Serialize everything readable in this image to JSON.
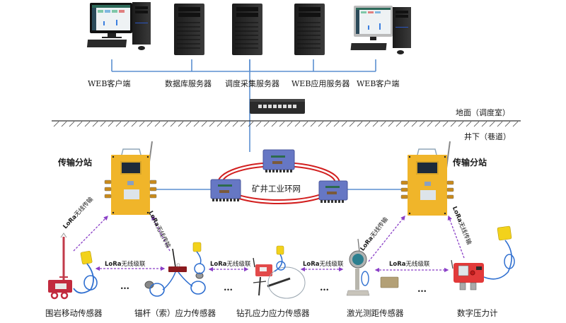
{
  "title": "矿山压力监测系统网络拓扑图",
  "surface": {
    "zone_label": "地面（调度室）",
    "devices": [
      {
        "label": "WEB客户端",
        "type": "workstation"
      },
      {
        "label": "数据库服务器",
        "type": "server"
      },
      {
        "label": "调度采集服务器",
        "type": "server"
      },
      {
        "label": "WEB应用服务器",
        "type": "server"
      },
      {
        "label": "WEB客户端",
        "type": "workstation"
      }
    ],
    "switch": {
      "type": "network-switch"
    }
  },
  "underground": {
    "zone_label": "井下（巷道）",
    "ring": {
      "label": "矿井工业环网",
      "nodes": 3
    },
    "stations": [
      {
        "label": "传输分站"
      },
      {
        "label": "传输分站"
      }
    ],
    "links": {
      "wireless_transmission": "LoRa无线传输",
      "wireless_cascade": "LoRa无线级联",
      "lora_prefix": "LoRa",
      "transmission_suffix": "无线传输",
      "cascade_suffix": "无线级联"
    },
    "sensors": [
      {
        "label": "围岩移动传感器"
      },
      {
        "label": "锚杆（索）应力传感器"
      },
      {
        "label": "钻孔应力应力传感器"
      },
      {
        "label": "激光测距传感器"
      },
      {
        "label": "数字压力计"
      }
    ],
    "ellipsis": "…"
  },
  "colors": {
    "network_line": "#5b8fd1",
    "ring": "#d21f1f",
    "station": "#f0b52a",
    "ring_node": "#6677c4",
    "wireless_arrow": "#8a3fc7",
    "sensor_red": "#d93a3a",
    "sensor_yellow": "#f2d21b",
    "cable_blue": "#2f6fd0"
  }
}
